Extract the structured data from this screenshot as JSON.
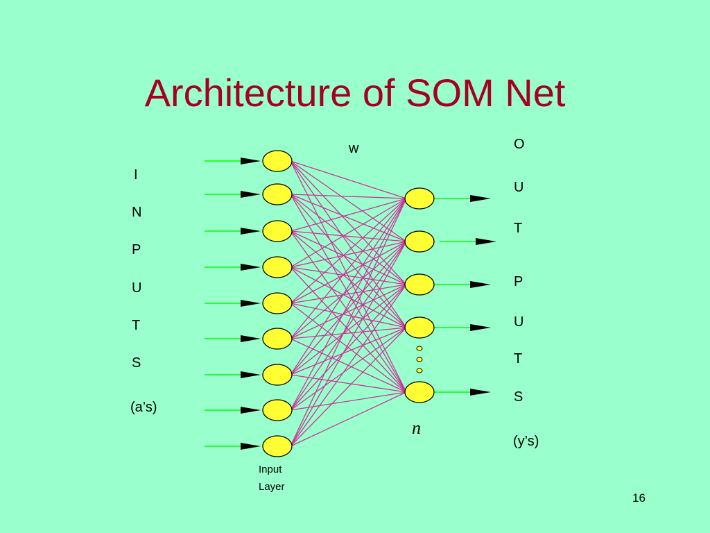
{
  "slide": {
    "title": "Architecture of SOM Net",
    "page_number": "16"
  },
  "diagram": {
    "input_vertical_label": [
      "I",
      "N",
      "P",
      "U",
      "T",
      "S",
      "(a’s)"
    ],
    "output_vertical_label": [
      "O",
      "U",
      "T",
      "P",
      "U",
      "T",
      "S",
      "(y’s)"
    ],
    "weight_label": "w",
    "output_count_label": "n",
    "input_layer_label": [
      "Input",
      "Layer"
    ],
    "input_node_count": 9,
    "output_node_count": 5,
    "colors": {
      "node_fill": "#ffff33",
      "node_stroke": "#000000",
      "arrow_line": "#00ff00",
      "arrow_head": "#000000",
      "connection": "#cc3399",
      "title": "#a50021",
      "background": "#99ffcc"
    }
  }
}
